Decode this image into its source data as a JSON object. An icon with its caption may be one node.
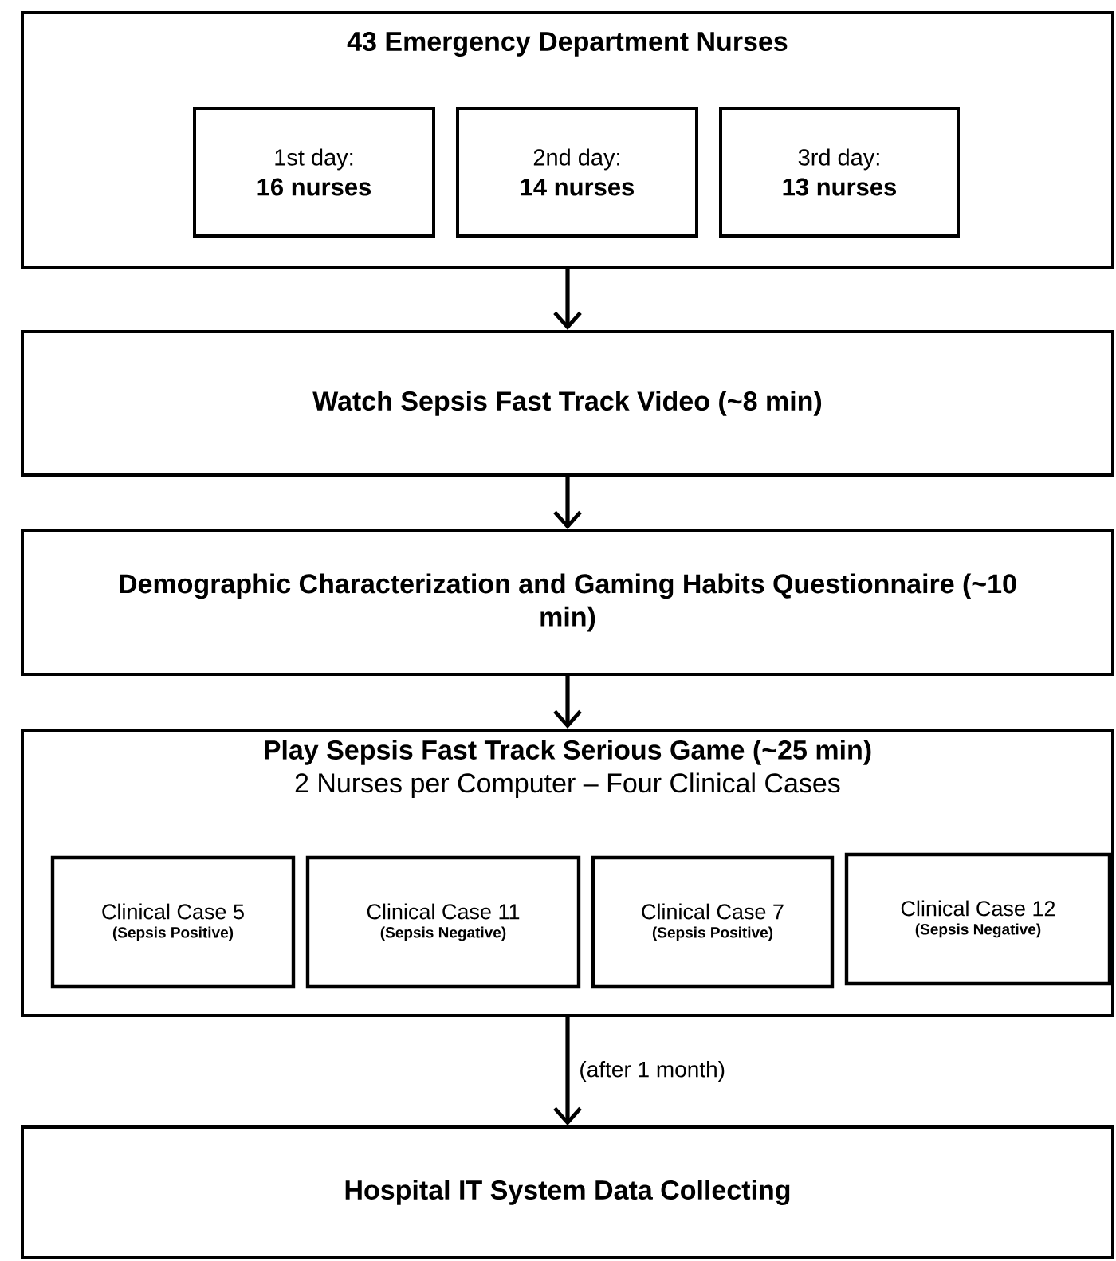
{
  "diagram": {
    "nodes": [
      {
        "text": [
          "43 Emergency Department Nurses"
        ]
      },
      {
        "text": [
          "1st day:",
          "16 nurses"
        ],
        "in": 0
      },
      {
        "text": [
          "2nd day:",
          "14 nurses"
        ],
        "in": 0
      },
      {
        "text": [
          "3rd day:",
          "13 nurses"
        ],
        "in": 0
      },
      {
        "text": [
          "Watch Sepsis Fast Track Video (~8 min)"
        ]
      },
      {
        "text": [
          "Demographic Characterization and Gaming Habits Questionnaire (~10 min)"
        ]
      },
      {
        "text": [
          "Play Sepsis Fast Track Serious Game (~25 min)",
          "2 Nurses per Computer – Four Clinical Cases"
        ]
      },
      {
        "text": [
          "Clinical Case 5",
          "(Sepsis Positive)"
        ],
        "in": 6
      },
      {
        "text": [
          "Clinical Case 11",
          "(Sepsis Negative)"
        ],
        "in": 6
      },
      {
        "text": [
          "Clinical Case 7",
          "(Sepsis Positive)"
        ],
        "in": 6
      },
      {
        "text": [
          "Clinical Case 12",
          "(Sepsis Negative)"
        ],
        "in": 6
      },
      {
        "text": [
          "Hospital IT System Data Collecting"
        ]
      }
    ],
    "edges": [
      {
        "from": 0,
        "to": 4,
        "arrow": "to"
      },
      {
        "from": 4,
        "to": 5,
        "arrow": "to"
      },
      {
        "from": 5,
        "to": 6,
        "arrow": "to"
      },
      {
        "from": 6,
        "to": 11,
        "arrow": "to",
        "label": "(after 1 month)"
      }
    ]
  }
}
